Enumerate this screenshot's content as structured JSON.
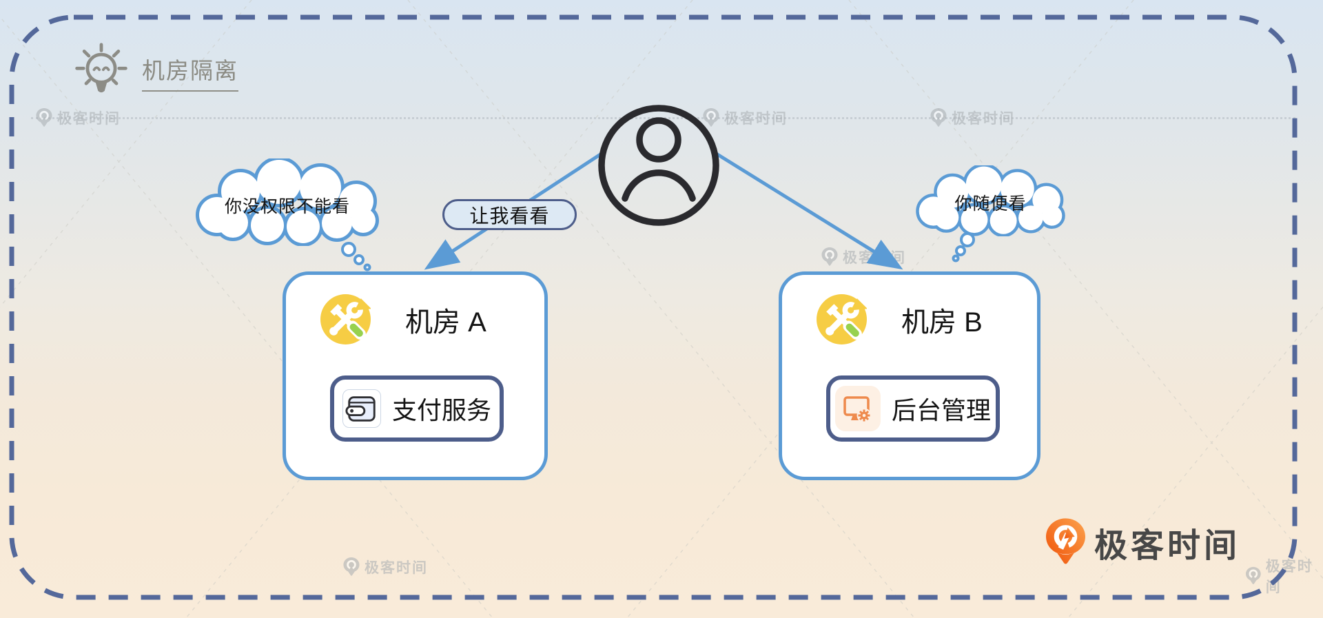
{
  "title": "机房隔离",
  "speech_pill": "让我看看",
  "clouds": {
    "left": "你没权限不能看",
    "right": "你随便看"
  },
  "rooms": [
    {
      "name": "机房 A",
      "service": "支付服务",
      "service_icon": "wallet-icon"
    },
    {
      "name": "机房 B",
      "service": "后台管理",
      "service_icon": "admin-monitor-icon"
    }
  ],
  "brand": {
    "logo_text": "极客时间",
    "watermark_text": "极客时间"
  },
  "icons": {
    "lightbulb-icon": "hint lightbulb beside title",
    "user-icon": "person inside circle",
    "tools-icon": "white wrench and screwdriver in yellow circle",
    "wallet-icon": "wallet for payment service",
    "admin-monitor-icon": "orange monitor with gear",
    "geektime-logo-icon": "orange pin-shaped Q logo"
  },
  "colors": {
    "accent_blue": "#5b9bd5",
    "navy": "#4d5d8a",
    "dashed_border": "#54689a",
    "tool_yellow": "#f6cd44",
    "logo_orange": "#f3641a",
    "admin_orange": "#ee8a4d",
    "title_gray": "#8a8a82",
    "background_top": "#d9e5f1",
    "background_bottom": "#f9ebd9"
  }
}
